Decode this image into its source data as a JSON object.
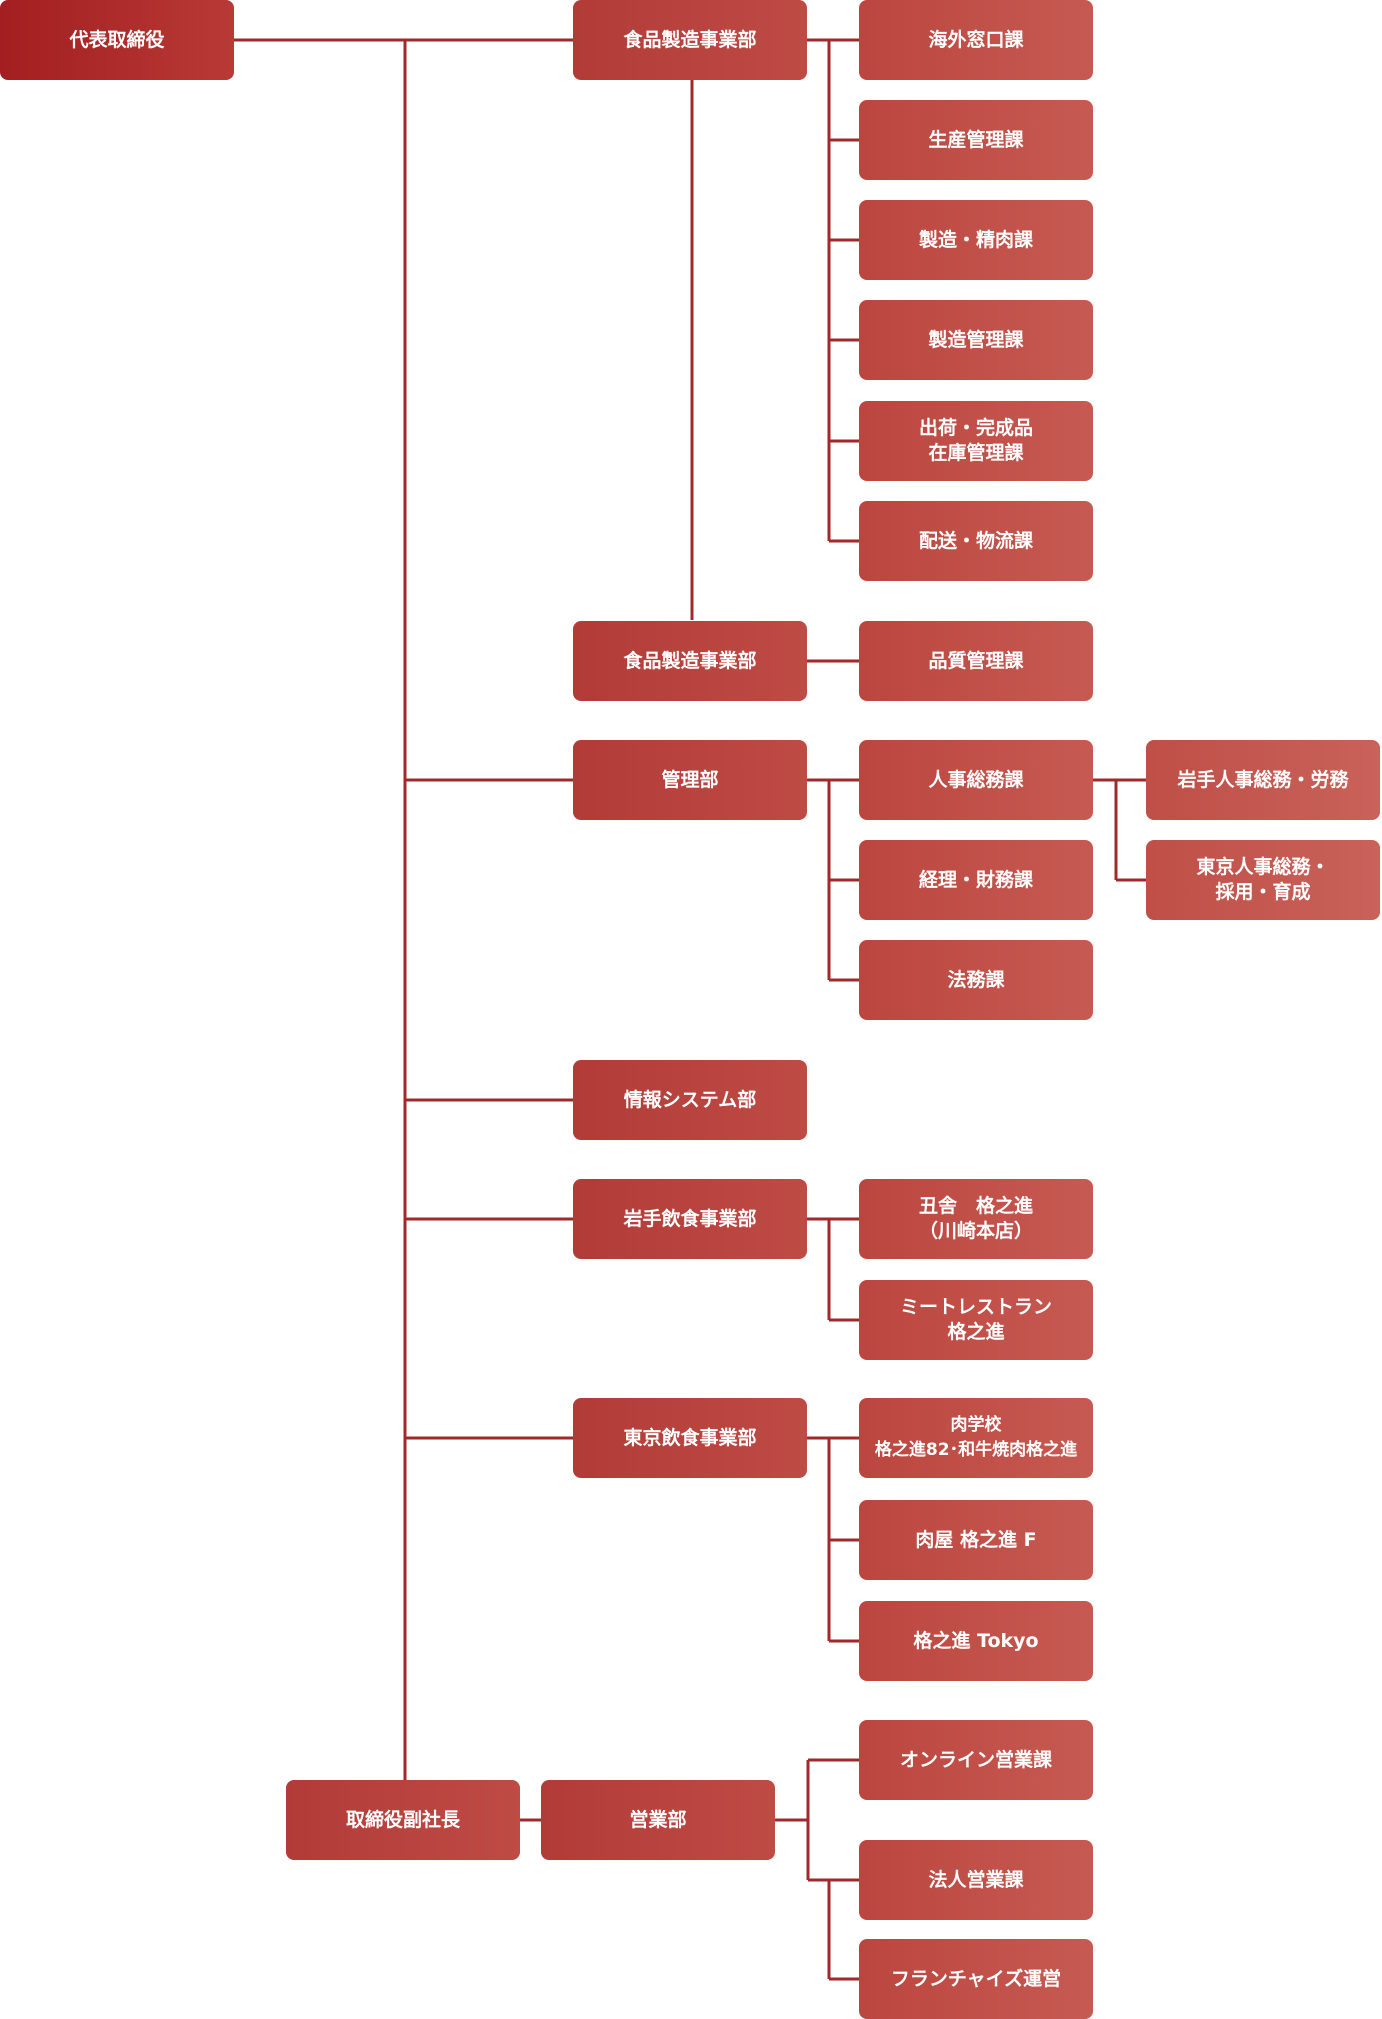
{
  "colors": {
    "line": "#a3282b",
    "level1": "#a31e20",
    "level2": "#b23b37",
    "level3": "#bb463f",
    "level4": "#bf4f47"
  },
  "org": {
    "ceo": "代表取締役",
    "vice_president": "取締役副社長",
    "divisions": {
      "food_mfg": "食品製造事業部",
      "food_mfg_quality": "食品製造事業部",
      "admin": "管理部",
      "it": "情報システム部",
      "iwate_dining": "岩手飲食事業部",
      "tokyo_dining": "東京飲食事業部",
      "sales": "営業部"
    },
    "sections": {
      "overseas": "海外窓口課",
      "production": "生産管理課",
      "manufacturing_meat": [
        "製造・精肉課"
      ],
      "mfg_control": "製造管理課",
      "shipping": [
        "出荷・完成品",
        "在庫管理課"
      ],
      "logistics": "配送・物流課",
      "quality": "品質管理課",
      "hr_general": "人事総務課",
      "accounting": "経理・財務課",
      "legal": "法務課",
      "ushiya": [
        "丑舎　格之進",
        "（川崎本店）"
      ],
      "meat_restaurant": [
        "ミートレストラン",
        "格之進"
      ],
      "meat_school": [
        "肉学校",
        "格之進82･和牛焼肉格之進"
      ],
      "nikuya": [
        "肉屋 格之進 F"
      ],
      "tokyo_shop": [
        "格之進 Tokyo"
      ],
      "online_sales": "オンライン営業課",
      "corporate_sales": "法人営業課",
      "franchise": "フランチャイズ運営"
    },
    "subsections": {
      "iwate_hr": "岩手人事総務・労務",
      "tokyo_hr": [
        "東京人事総務・",
        "採用・育成"
      ]
    }
  }
}
